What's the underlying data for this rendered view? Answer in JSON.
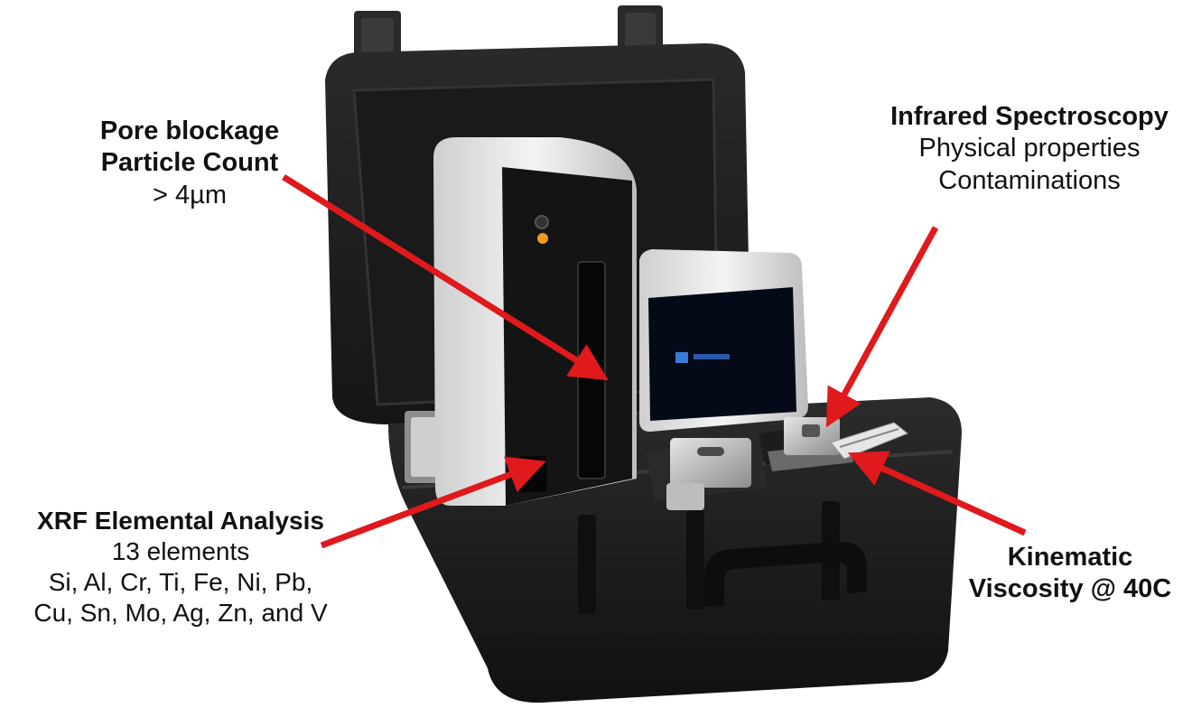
{
  "labels": {
    "pore": {
      "line1": "Pore blockage",
      "line2": "Particle Count",
      "line3": "> 4µm"
    },
    "infrared": {
      "line1": "Infrared Spectroscopy",
      "line2": "Physical properties",
      "line3": "Contaminations"
    },
    "xrf": {
      "line1": "XRF Elemental Analysis",
      "line2": "13 elements",
      "line3": "Si, Al, Cr, Ti, Fe, Ni, Pb,",
      "line4": "Cu, Sn, Mo, Ag, Zn, and V"
    },
    "kinematic": {
      "line1": "Kinematic",
      "line2": "Viscosity @ 40C"
    }
  },
  "colors": {
    "arrow": "#e0191c",
    "case": "#1e1e1e",
    "instrument_white": "#e9e9e9",
    "screen": "#050a18"
  }
}
